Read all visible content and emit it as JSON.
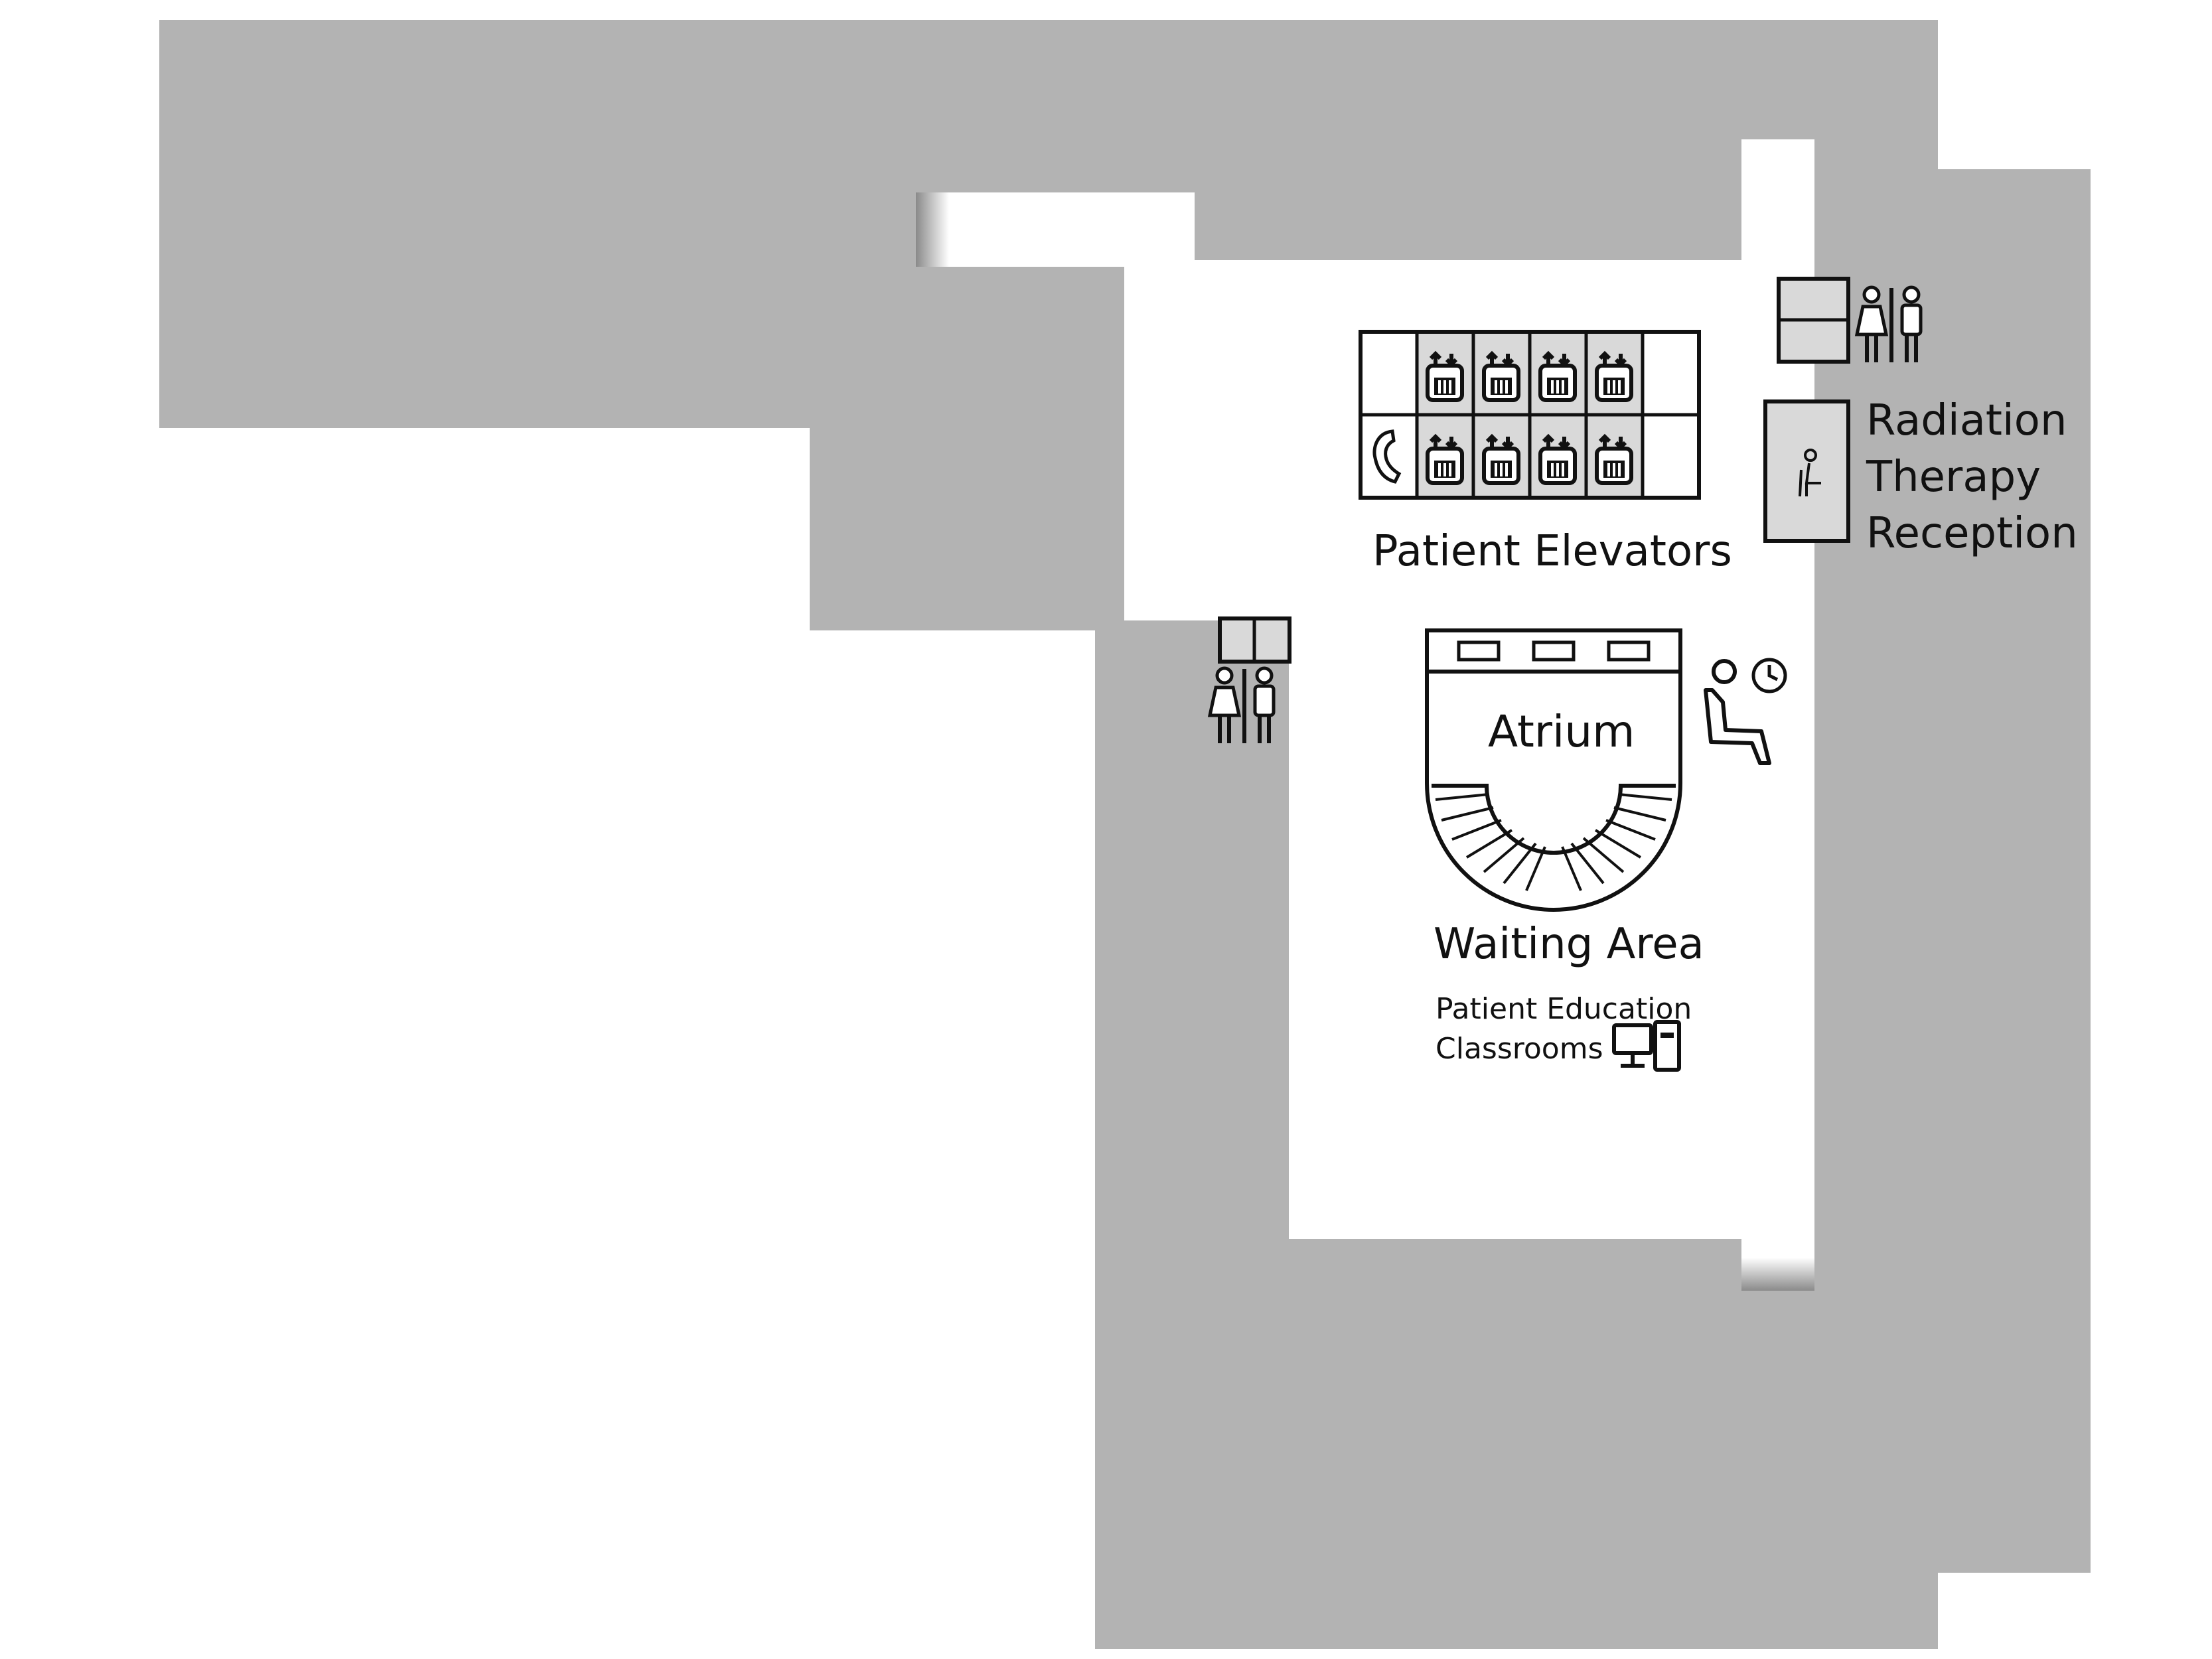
{
  "map": {
    "labels": {
      "patient_elevators": "Patient Elevators",
      "radiation_line1": "Radiation",
      "radiation_line2": "Therapy",
      "radiation_line3": "Reception",
      "atrium": "Atrium",
      "waiting_area": "Waiting Area",
      "education_line1": "Patient Education",
      "education_line2": "Classrooms"
    },
    "icons": [
      "elevator-icon",
      "phone-icon",
      "restroom-icon",
      "reception-seat-icon",
      "waiting-seat-clock-icon",
      "computer-icon"
    ],
    "elevator_count": 8,
    "colors": {
      "building": "#b3b3b3",
      "corridor": "#ffffff",
      "fixture_fill": "#d9d9d9",
      "line": "#111111"
    }
  }
}
